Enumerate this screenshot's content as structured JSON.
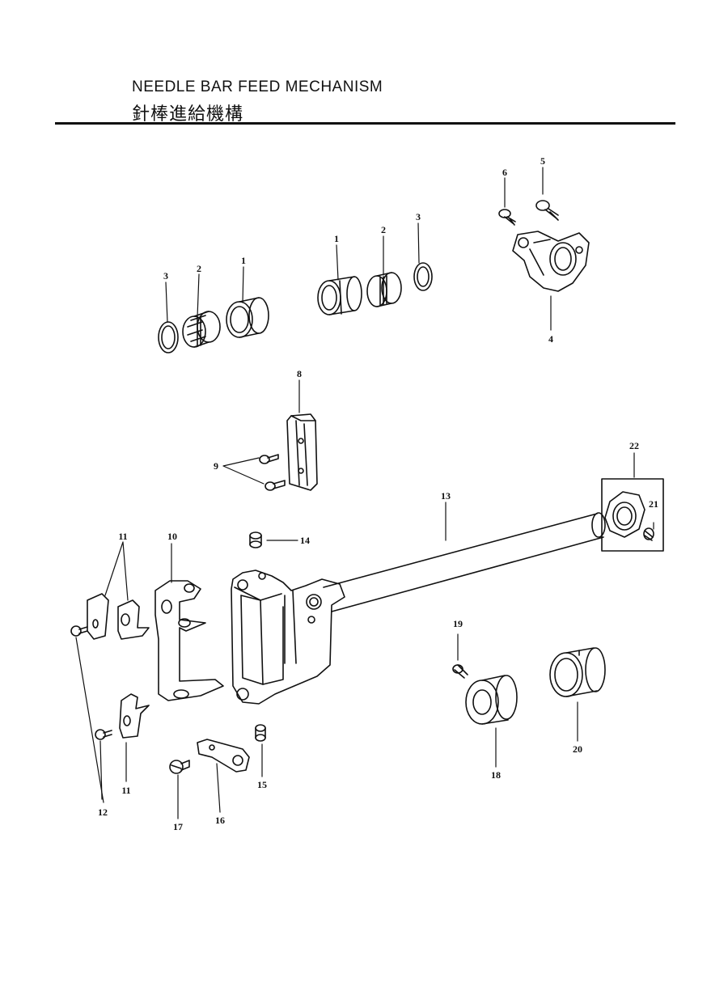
{
  "header": {
    "title_en": "NEEDLE BAR FEED MECHANISM",
    "title_jp": "針棒進給機構"
  },
  "callouts": {
    "c1a": "1",
    "c2a": "2",
    "c3a": "3",
    "c1b": "1",
    "c2b": "2",
    "c3b": "3",
    "c4": "4",
    "c5": "5",
    "c6": "6",
    "c8": "8",
    "c9": "9",
    "c10": "10",
    "c11a": "11",
    "c11b": "11",
    "c12": "12",
    "c13": "13",
    "c14": "14",
    "c15": "15",
    "c16": "16",
    "c17": "17",
    "c18": "18",
    "c19": "19",
    "c20": "20",
    "c21": "21",
    "c22": "22"
  }
}
